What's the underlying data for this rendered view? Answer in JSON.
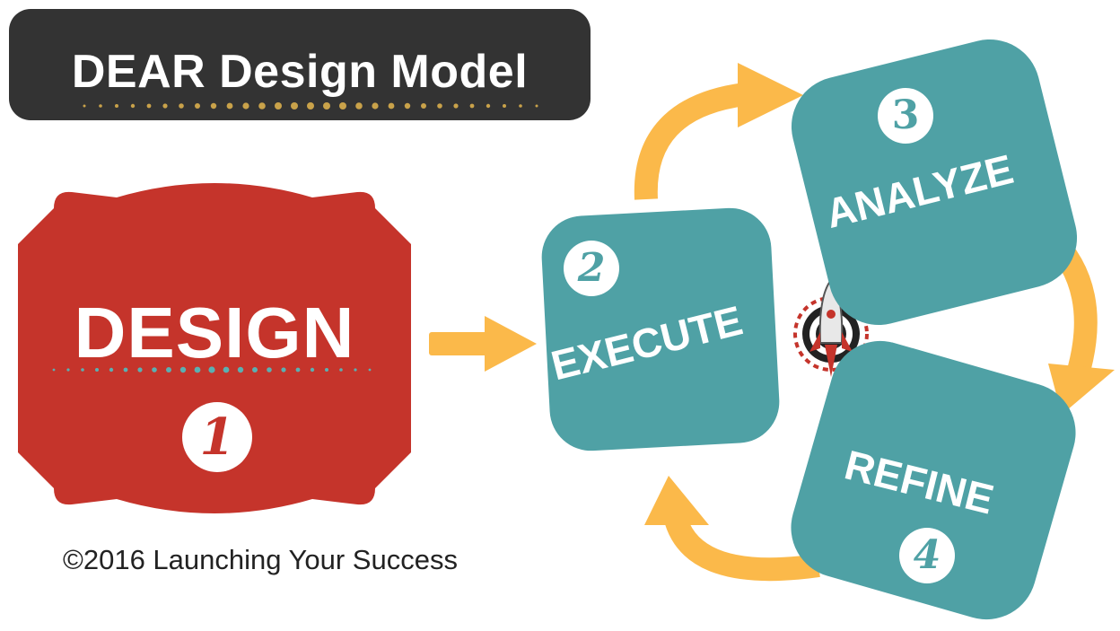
{
  "title": "DEAR Design Model",
  "steps": [
    {
      "number": "1",
      "label": "DESIGN"
    },
    {
      "number": "2",
      "label": "EXECUTE"
    },
    {
      "number": "3",
      "label": "ANALYZE"
    },
    {
      "number": "4",
      "label": "REFINE"
    }
  ],
  "copyright": "©2016 Launching Your Success",
  "colors": {
    "title_bg": "#333333",
    "design_red": "#c5342b",
    "tile_teal": "#4fa1a5",
    "arrow_yellow": "#fbb94a",
    "dot_gold": "#c9a24a"
  },
  "icons": [
    "rocket-badge-icon"
  ]
}
